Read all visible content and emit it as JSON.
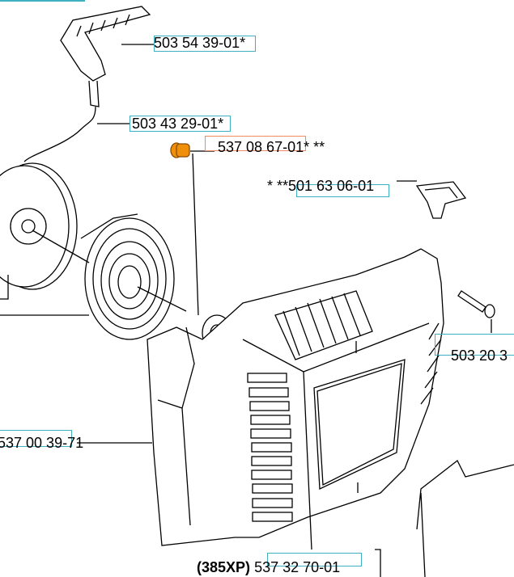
{
  "parts": [
    {
      "number": "503 54 39-01",
      "suffix": "*",
      "prefix": ""
    },
    {
      "number": "503 43 29-01",
      "suffix": "*",
      "prefix": ""
    },
    {
      "number": "537 08 67-01",
      "suffix": "* **",
      "prefix": "",
      "highlighted": true
    },
    {
      "number": "501 63 06-01",
      "suffix": "",
      "prefix": "* **"
    },
    {
      "number": "503 20 3",
      "suffix": "",
      "prefix": ""
    },
    {
      "number": "537 00 39-71",
      "suffix": "",
      "prefix": ""
    },
    {
      "number": "537 32 70-01",
      "suffix": "",
      "prefix": "(385XP)"
    }
  ],
  "colors": {
    "link_box": "#3fb0c0",
    "selected_box": "#f08a60",
    "selected_part": "#f0900a"
  }
}
